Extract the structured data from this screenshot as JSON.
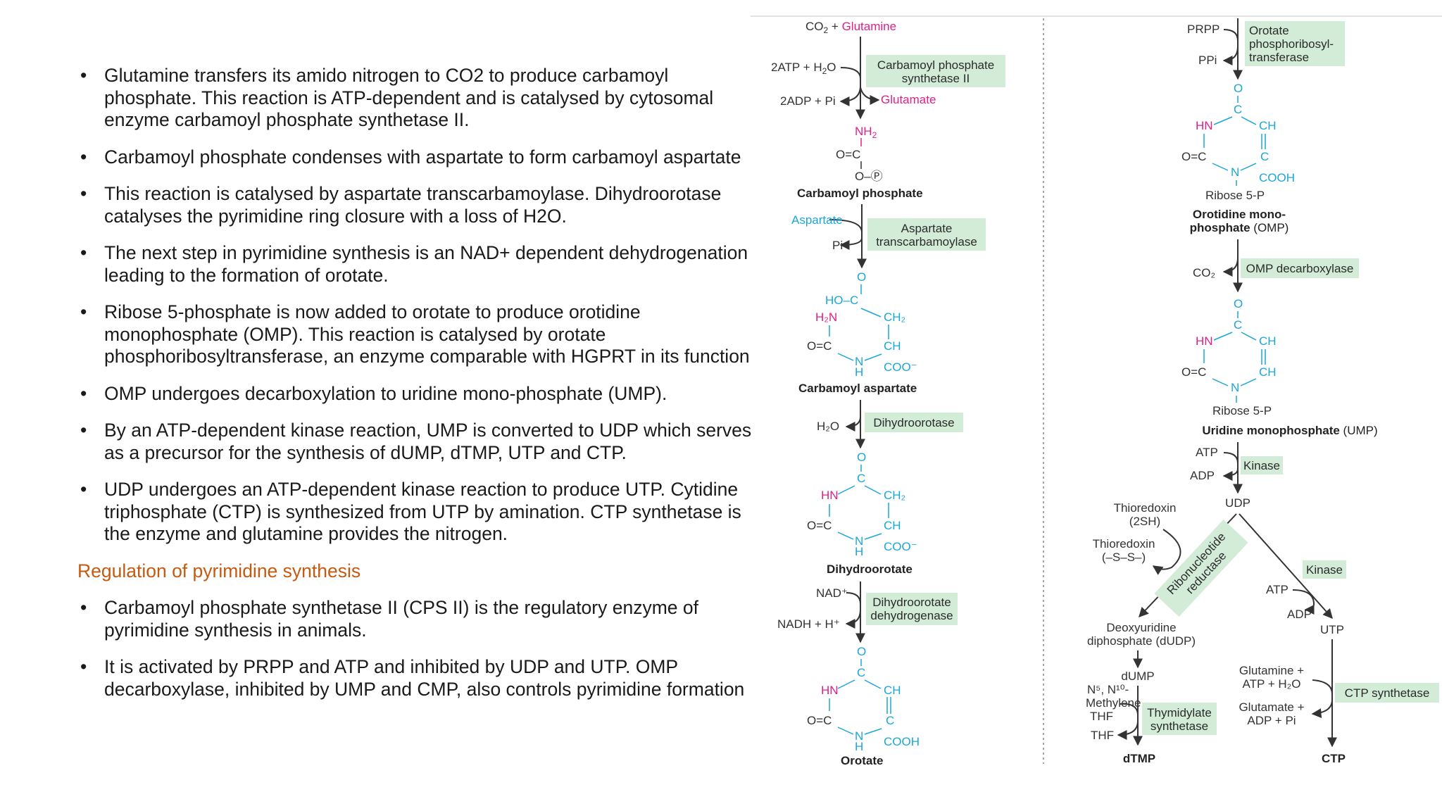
{
  "bullets": [
    "Glutamine transfers its amido nitrogen to CO2 to produce carbamoyl\nphosphate. This reaction is ATP-dependent and is catalysed by cytosomal\nenzyme carbamoyl phosphate synthetase II.",
    "Carbamoyl phosphate condenses with aspartate to form carbamoyl aspartate",
    "This reaction is catalysed by aspartate transcarbamoylase. Dihydroorotase\ncatalyses the pyrimidine ring closure with a loss of H2O.",
    "The next step in pyrimidine synthesis is an NAD+ dependent dehydrogenation\nleading to the formation of orotate.",
    "Ribose 5-phosphate is now added to orotate to produce orotidine\nmonophosphate (OMP). This reaction is catalysed by orotate\nphosphoribosyltransferase, an enzyme comparable with HGPRT in its function",
    "OMP undergoes decarboxylation to uridine mono-phosphate (UMP).",
    "By an ATP-dependent kinase reaction, UMP is converted to UDP which serves\nas a precursor for the synthesis of dUMP, dTMP, UTP and CTP.",
    "UDP undergoes an ATP-dependent kinase reaction to produce UTP. Cytidine\ntriphosphate (CTP) is synthesized from UTP by amination. CTP synthetase is\nthe enzyme and glutamine provides the nitrogen."
  ],
  "section_heading": "Regulation of pyrimidine synthesis",
  "regulation_bullets": [
    "Carbamoyl phosphate synthetase II (CPS II) is the regulatory enzyme of\npyrimidine synthesis in animals.",
    "It is activated by PRPP and ATP and inhibited by UDP and UTP. OMP\ndecarboxylase, inhibited by UMP and CMP, also controls pyrimidine formation"
  ],
  "bullet_glyph": "•",
  "diagram": {
    "left": {
      "start_co2": "CO",
      "start_co2_sub": "2",
      "start_plus": " + ",
      "start_glutamine": "Glutamine",
      "step1_in": "2ATP + H",
      "step1_in_sub": "2",
      "step1_in_end": "O",
      "step1_out": "2ADP + Pi",
      "step1_glutamate": "Glutamate",
      "enzyme1_line1": "Carbamoyl phosphate",
      "enzyme1_line2": "synthetase II",
      "cp_nh2": "NH",
      "cp_nh2_sub": "2",
      "cp_o": "O=C",
      "cp_p": "O–Ⓟ",
      "product1": "Carbamoyl phosphate",
      "step2_in": "Aspartate",
      "step2_out": "Pi",
      "enzyme2_line1": "Aspartate",
      "enzyme2_line2": "transcarbamoylase",
      "ring_o": "O",
      "ring_c": "C",
      "ring_ho": "HO–C",
      "ring_h2n": "H₂N",
      "ring_ch2": "CH₂",
      "ring_oc": "O=C",
      "ring_ch": "CH",
      "ring_n": "N",
      "ring_h": "H",
      "ring_coo": "COO⁻",
      "ring_hn": "HN",
      "ring_cooh": "COOH",
      "product2": "Carbamoyl aspartate",
      "step3_out": "H₂O",
      "enzyme3": "Dihydroorotase",
      "product3": "Dihydroorotate",
      "step4_in": "NAD⁺",
      "step4_out": "NADH + H⁺",
      "enzyme4_line1": "Dihydroorotate",
      "enzyme4_line2": "dehydrogenase",
      "product4": "Orotate"
    },
    "right": {
      "step5_in": "PRPP",
      "step5_out": "PPi",
      "enzyme5_line1": "Orotate",
      "enzyme5_line2": "phosphoribosyl-",
      "enzyme5_line3": "transferase",
      "omp_ribose": "Ribose 5-P",
      "product5_line1": "Orotidine mono-",
      "product5_line2": "phosphate",
      "product5_abbr": " (OMP)",
      "step6_out": "CO₂",
      "enzyme6": "OMP decarboxylase",
      "ump_ribose": "Ribose 5-P",
      "product6": "Uridine monophosphate",
      "product6_abbr": " (UMP)",
      "step7_in": "ATP",
      "step7_out": "ADP",
      "enzyme7": "Kinase",
      "udp": "UDP",
      "thioredoxin_sh_line1": "Thioredoxin",
      "thioredoxin_sh_line2": "(2SH)",
      "thioredoxin_ss_line1": "Thioredoxin",
      "thioredoxin_ss_line2": "(–S–S–)",
      "rnr_line1": "Ribonucleotide",
      "rnr_line2": "reductase",
      "dudp_line1": "Deoxyuridine",
      "dudp_line2": "diphosphate (dUDP)",
      "dump": "dUMP",
      "methylene_line1": "N⁵, N¹⁰-",
      "methylene_line2": "Methylene",
      "methylene_line3": "THF",
      "thf": "THF",
      "ts_line1": "Thymidylate",
      "ts_line2": "synthetase",
      "dtmp": "dTMP",
      "kinase2": "Kinase",
      "atp2": "ATP",
      "adp2": "ADP",
      "utp": "UTP",
      "gln_line1": "Glutamine +",
      "gln_line2": "ATP + H₂O",
      "glu_line1": "Glutamate +",
      "glu_line2": "ADP + Pi",
      "ctp_synthetase": "CTP synthetase",
      "ctp": "CTP"
    }
  },
  "colors": {
    "heading": "#c55a11",
    "enzyme_box": "#d3ecd8",
    "magenta": "#e0208a",
    "cyan": "#1aa7d8"
  }
}
